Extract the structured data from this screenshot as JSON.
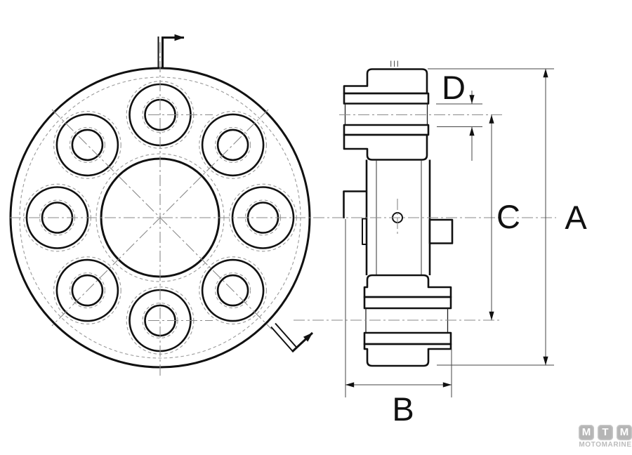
{
  "dimensions": {
    "a": "A",
    "b": "B",
    "c": "C",
    "d": "D"
  },
  "section_ticks": "III",
  "logo": {
    "letters": [
      "M",
      "T",
      "M"
    ],
    "wordmark": "MOTOMARINE"
  },
  "colors": {
    "line": "#111111",
    "dimension_line": "#444444",
    "centerline": "#8a8a8a",
    "hidden_line": "#9a9a9a",
    "hatch": "#3a3a3a",
    "logo_gray": "#b5b5b5",
    "background": "#ffffff"
  }
}
